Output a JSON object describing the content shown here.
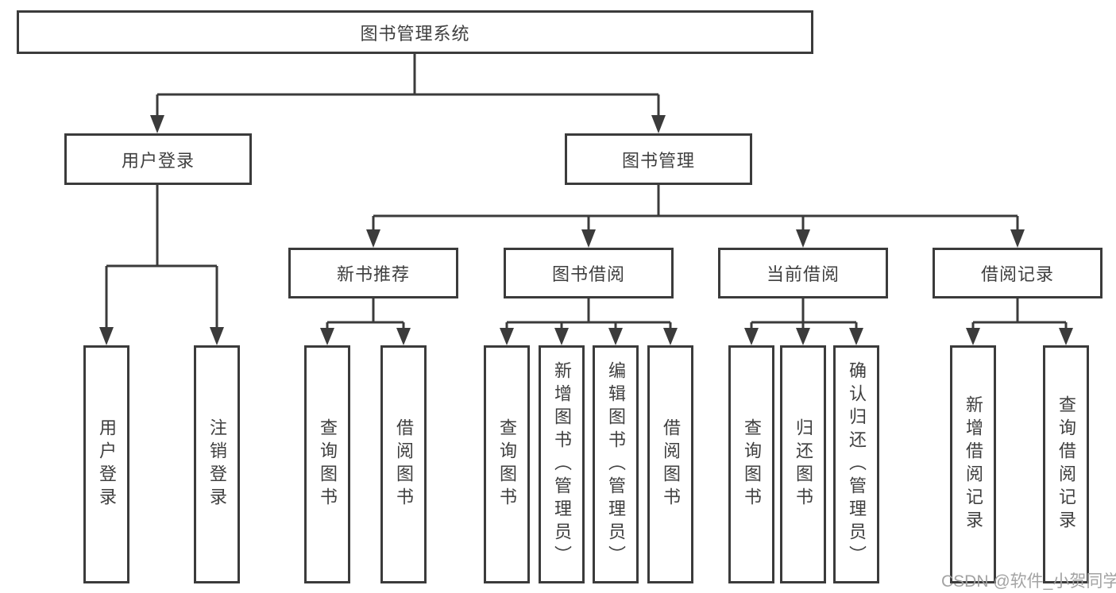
{
  "colors": {
    "line": "#3b3b3b",
    "box_border": "#3b3b3b",
    "text": "#3f3f3f",
    "background": "#ffffff",
    "watermark": "#9e9e9e"
  },
  "tree": {
    "label": "图书管理系统",
    "children": [
      {
        "label": "用户登录",
        "children": [
          {
            "label": "用户登录"
          },
          {
            "label": "注销登录"
          }
        ]
      },
      {
        "label": "图书管理",
        "children": [
          {
            "label": "新书推荐",
            "children": [
              {
                "label": "查询图书"
              },
              {
                "label": "借阅图书"
              }
            ]
          },
          {
            "label": "图书借阅",
            "children": [
              {
                "label": "查询图书"
              },
              {
                "label": "新增图书（管理员）"
              },
              {
                "label": "编辑图书（管理员）"
              },
              {
                "label": "借阅图书"
              }
            ]
          },
          {
            "label": "当前借阅",
            "children": [
              {
                "label": "查询图书"
              },
              {
                "label": "归还图书"
              },
              {
                "label": "确认归还（管理员）"
              }
            ]
          },
          {
            "label": "借阅记录",
            "children": [
              {
                "label": "新增借阅记录"
              },
              {
                "label": "查询借阅记录"
              }
            ]
          }
        ]
      }
    ]
  },
  "watermark": {
    "text": "CSDN @软件_小贺同学"
  }
}
